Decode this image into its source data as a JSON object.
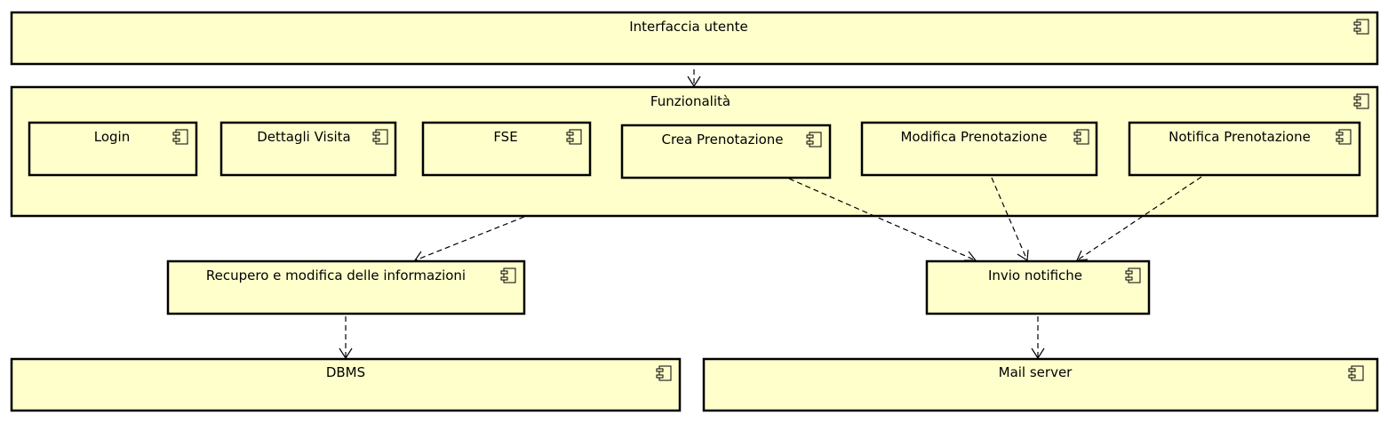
{
  "colors": {
    "component_fill": "#FFFFCC",
    "stroke": "#000000",
    "background": "#FFFFFF"
  },
  "icon": "uml-component-icon",
  "components": {
    "interfaccia": "Interfaccia utente",
    "funzionalita": "Funzionalità",
    "login": "Login",
    "dettagli": "Dettagli Visita",
    "fse": "FSE",
    "crea": "Crea Prenotazione",
    "modifica": "Modifica Prenotazione",
    "notifica": "Notifica Prenotazione",
    "recupero": "Recupero e modifica delle informazioni",
    "invio": "Invio notifiche",
    "dbms": "DBMS",
    "mail": "Mail server"
  },
  "dependencies": [
    {
      "from": "Interfaccia utente",
      "to": "Funzionalità"
    },
    {
      "from": "Funzionalità",
      "to": "Recupero e modifica delle informazioni"
    },
    {
      "from": "Crea Prenotazione",
      "to": "Invio notifiche"
    },
    {
      "from": "Modifica Prenotazione",
      "to": "Invio notifiche"
    },
    {
      "from": "Notifica Prenotazione",
      "to": "Invio notifiche"
    },
    {
      "from": "Recupero e modifica delle informazioni",
      "to": "DBMS"
    },
    {
      "from": "Invio notifiche",
      "to": "Mail server"
    }
  ]
}
